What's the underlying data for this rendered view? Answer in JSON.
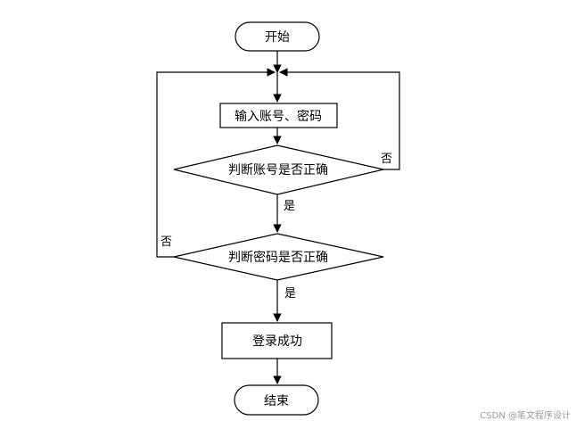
{
  "nodes": {
    "start": "开始",
    "input": "输入账号、密码",
    "check_account": "判断账号是否正确",
    "check_password": "判断密码是否正确",
    "success": "登录成功",
    "end": "结束"
  },
  "edges": {
    "account_yes": "是",
    "account_no": "否",
    "password_yes": "是",
    "password_no": "否"
  },
  "watermark": "CSDN @笔文程序设计"
}
